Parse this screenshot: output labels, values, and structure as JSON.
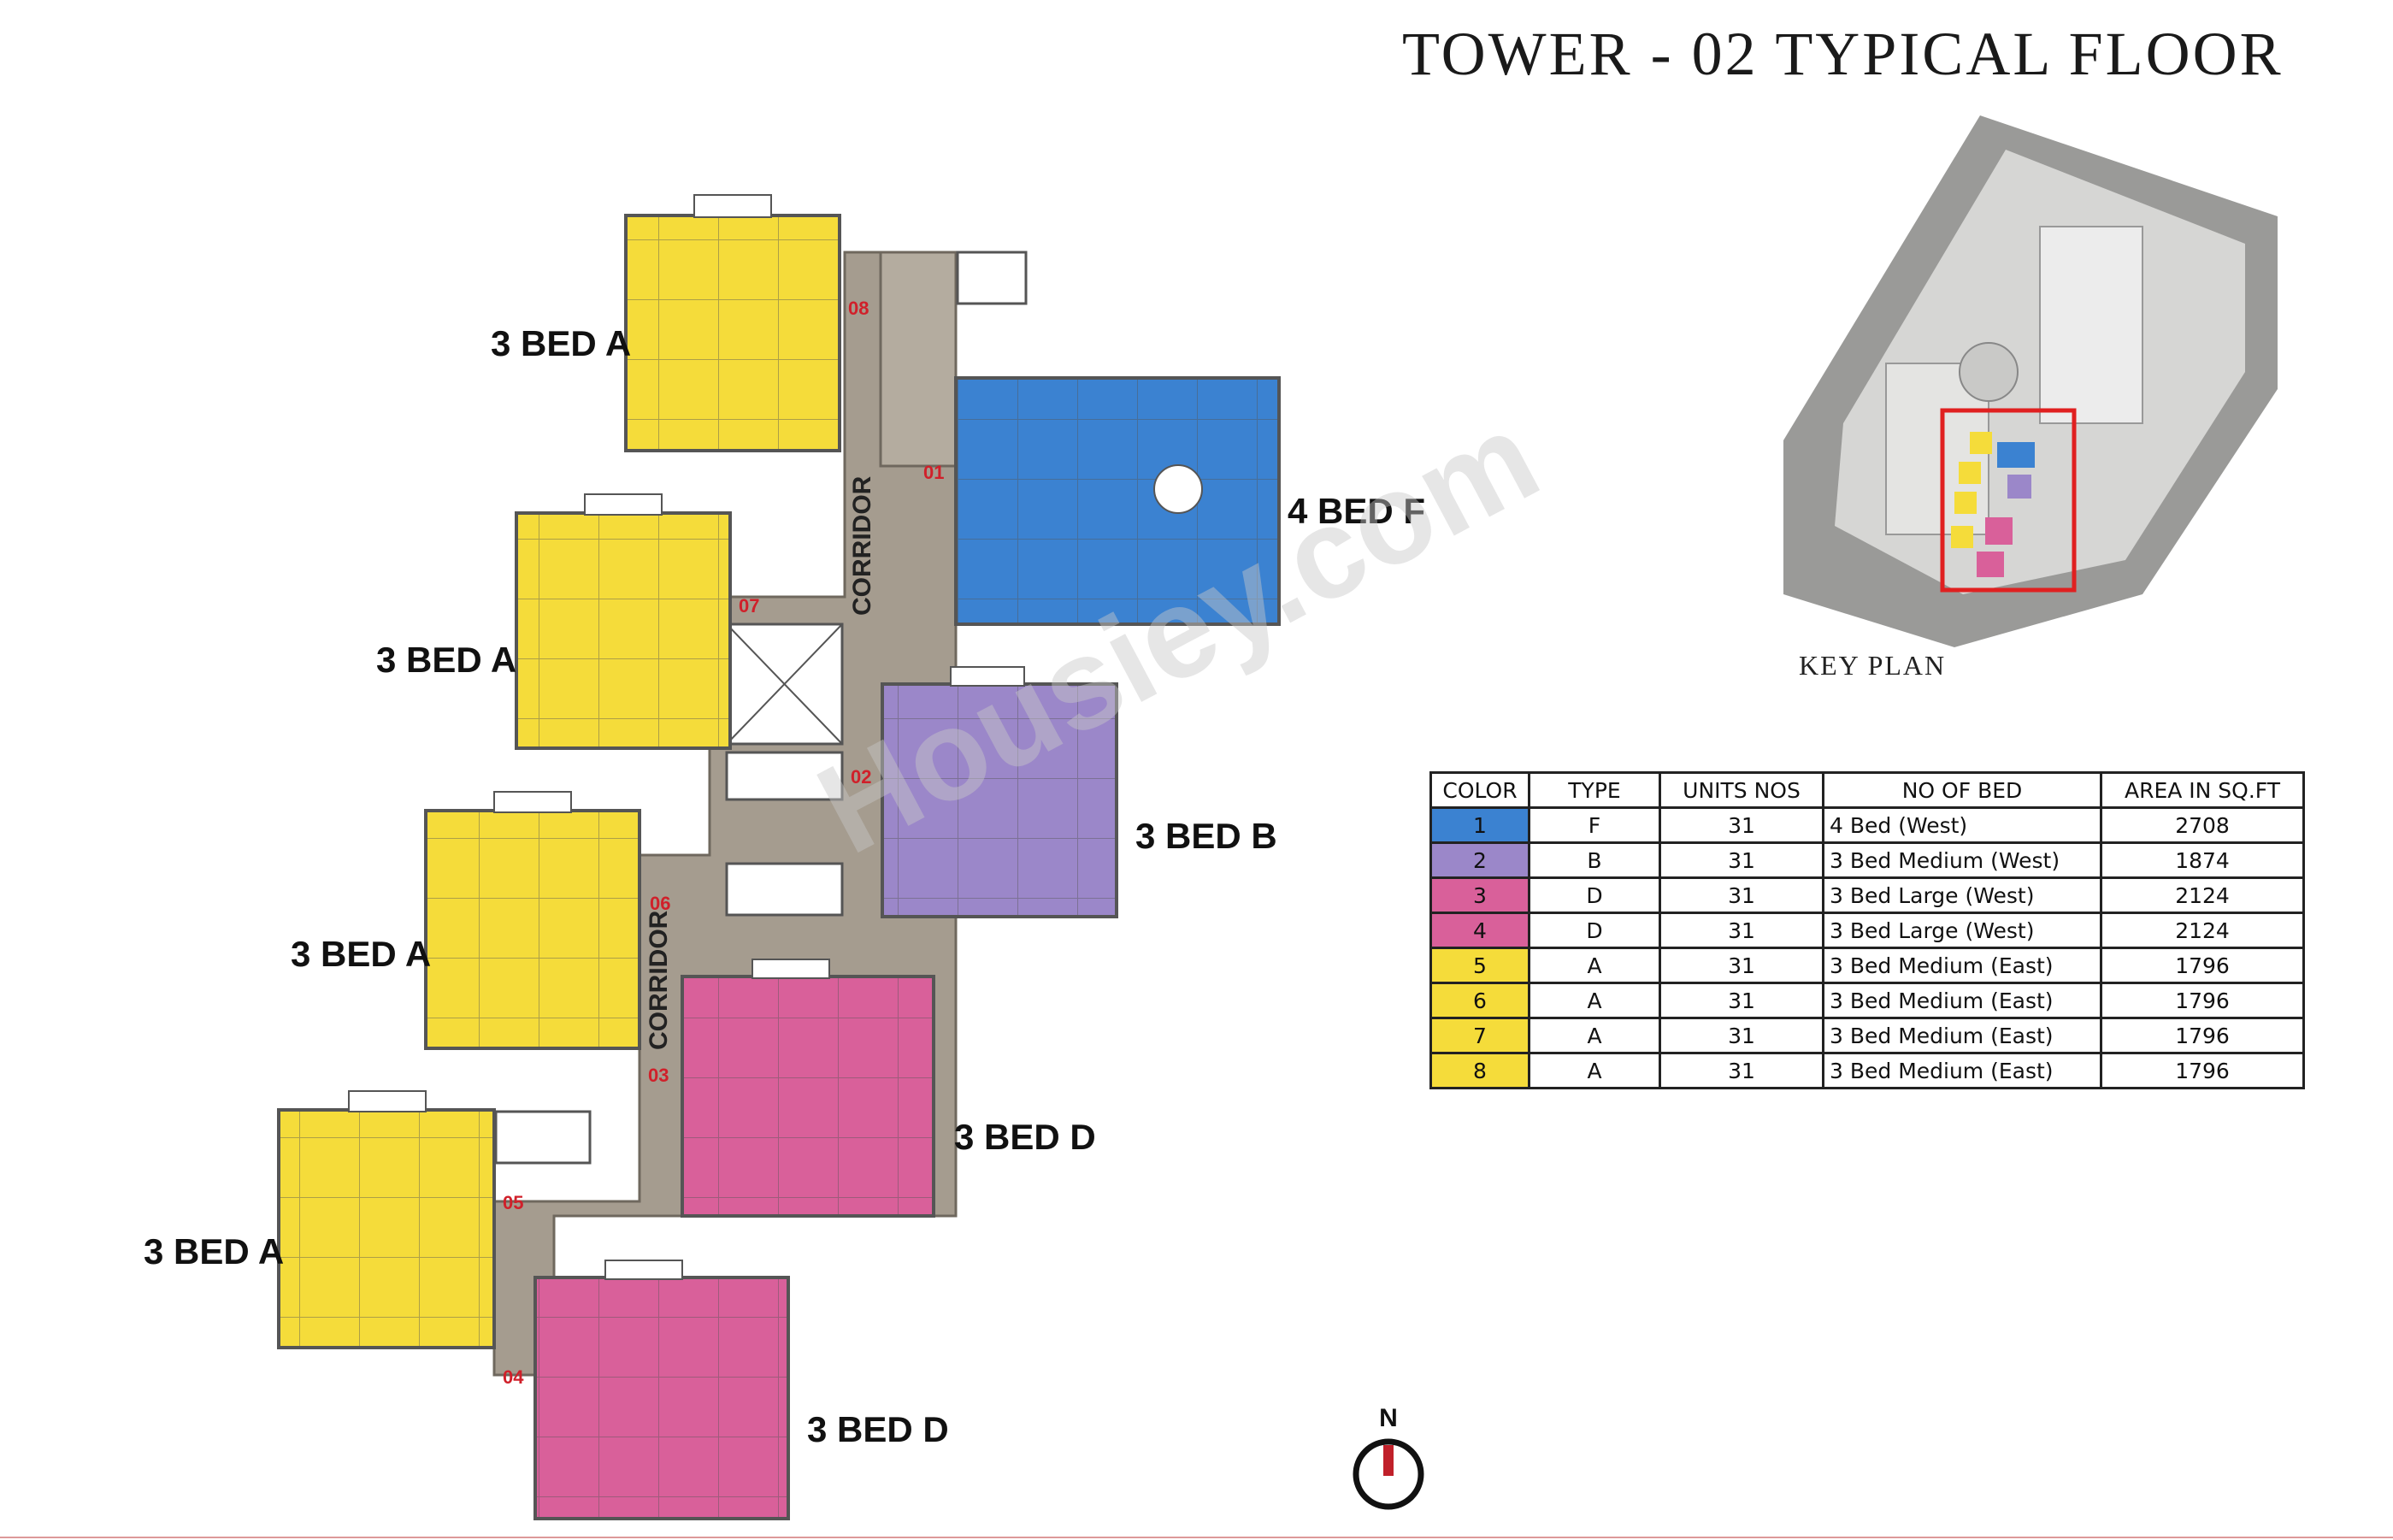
{
  "title": "TOWER - 02  TYPICAL FLOOR",
  "key_plan": {
    "caption": "KEY PLAN",
    "highlight_color": "#e02020"
  },
  "watermark": "Housiey.com",
  "north_label": "N",
  "corridor_labels": [
    "CORRIDOR",
    "CORRIDOR"
  ],
  "unit_labels": [
    "3 BED A",
    "3 BED A",
    "3 BED A",
    "3 BED A",
    "4 BED F",
    "3 BED B",
    "3 BED D",
    "3 BED D"
  ],
  "unit_numbers": [
    "01",
    "02",
    "03",
    "04",
    "05",
    "06",
    "07",
    "08"
  ],
  "colors": {
    "unit_1_blue": "#3b82d1",
    "unit_2_purple": "#9b87c9",
    "unit_3_4_pink": "#d9609a",
    "unit_5_8_yellow": "#f5dc3a",
    "corridor_gray": "#a59c8f",
    "unit_number_red": "#d0202a"
  },
  "legend": {
    "headers": [
      "COLOR",
      "TYPE",
      "UNITS NOS",
      "NO OF BED",
      "AREA IN SQ.FT"
    ],
    "rows": [
      {
        "color_no": "1",
        "color": "#3b82d1",
        "type": "F",
        "units": "31",
        "bed": "4 Bed  (West)",
        "area": "2708"
      },
      {
        "color_no": "2",
        "color": "#9b87c9",
        "type": "B",
        "units": "31",
        "bed": "3 Bed Medium (West)",
        "area": "1874"
      },
      {
        "color_no": "3",
        "color": "#d9609a",
        "type": "D",
        "units": "31",
        "bed": "3 Bed Large (West)",
        "area": "2124"
      },
      {
        "color_no": "4",
        "color": "#d9609a",
        "type": "D",
        "units": "31",
        "bed": "3 Bed Large (West)",
        "area": "2124"
      },
      {
        "color_no": "5",
        "color": "#f5dc3a",
        "type": "A",
        "units": "31",
        "bed": "3 Bed Medium (East)",
        "area": "1796"
      },
      {
        "color_no": "6",
        "color": "#f5dc3a",
        "type": "A",
        "units": "31",
        "bed": "3 Bed Medium (East)",
        "area": "1796"
      },
      {
        "color_no": "7",
        "color": "#f5dc3a",
        "type": "A",
        "units": "31",
        "bed": "3 Bed Medium (East)",
        "area": "1796"
      },
      {
        "color_no": "8",
        "color": "#f5dc3a",
        "type": "A",
        "units": "31",
        "bed": "3 Bed Medium (East)",
        "area": "1796"
      }
    ]
  }
}
